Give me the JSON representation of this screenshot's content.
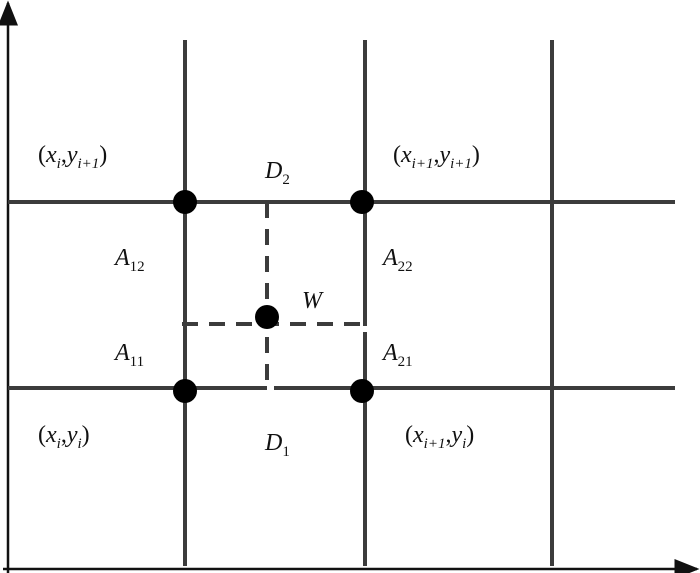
{
  "labels": {
    "top_left": {
      "open": "(",
      "x": "x",
      "xs": "i",
      "comma": ",",
      "y": "y",
      "ys": "i+1",
      "close": ")"
    },
    "top_right": {
      "open": "(",
      "x": "x",
      "xs": "i+1",
      "comma": ",",
      "y": "y",
      "ys": "i+1",
      "close": ")"
    },
    "bottom_left": {
      "open": "(",
      "x": "x",
      "xs": "i",
      "comma": ",",
      "y": "y",
      "ys": "i",
      "close": ")"
    },
    "bottom_right": {
      "open": "(",
      "x": "x",
      "xs": "i+1",
      "comma": ",",
      "y": "y",
      "ys": "i",
      "close": ")"
    },
    "D2": {
      "main": "D",
      "sub": "2"
    },
    "D1": {
      "main": "D",
      "sub": "1"
    },
    "A12": {
      "main": "A",
      "sub": "12"
    },
    "A22": {
      "main": "A",
      "sub": "22"
    },
    "A11": {
      "main": "A",
      "sub": "11"
    },
    "A21": {
      "main": "A",
      "sub": "21"
    },
    "W": "W"
  },
  "colors": {
    "line": "#3c3c3c",
    "point": "#000000"
  }
}
